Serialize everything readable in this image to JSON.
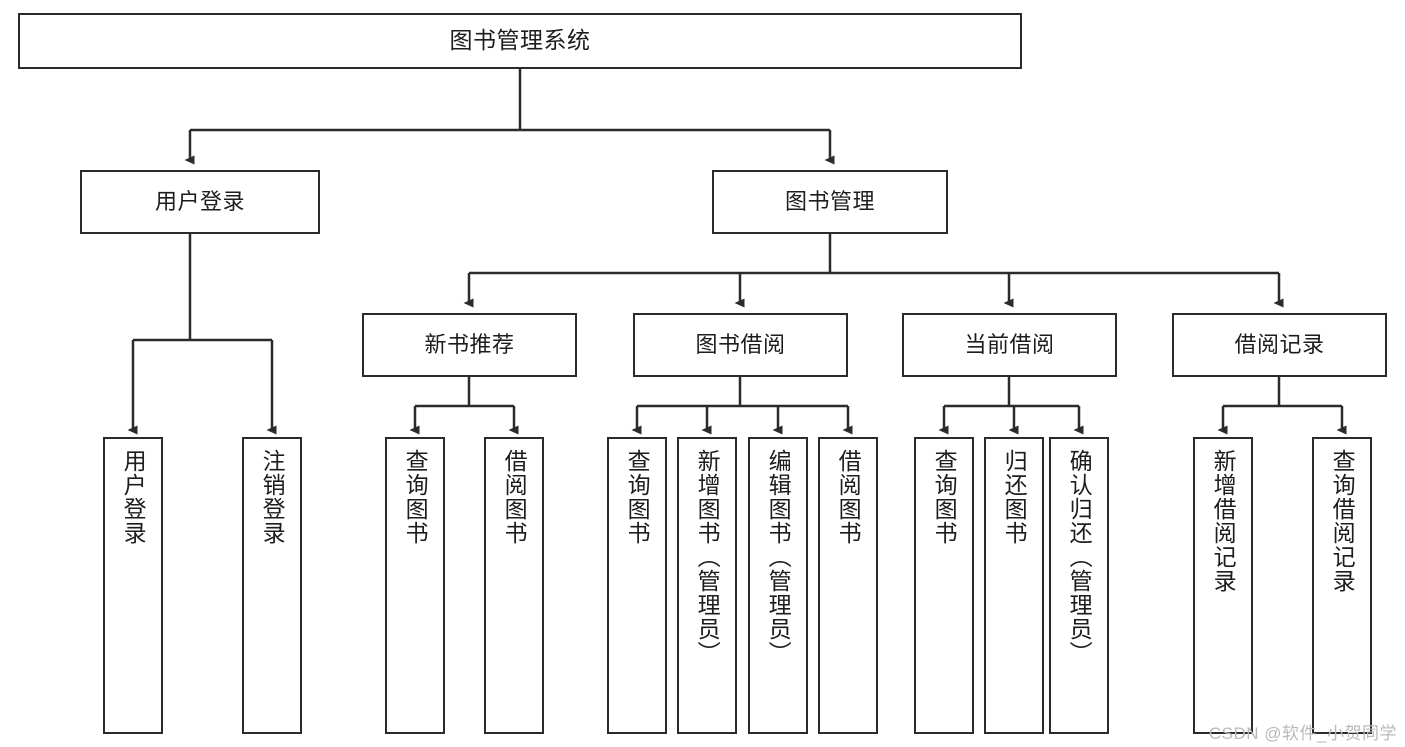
{
  "diagram": {
    "type": "hierarchy-tree",
    "title": "图书管理系统",
    "colors": {
      "box_border": "#2b2b2b",
      "box_fill": "#ffffff",
      "line": "#2b2b2b",
      "text": "#1d1d1d",
      "watermark": "#b9b9b9",
      "background": "#ffffff"
    },
    "root": {
      "label": "图书管理系统"
    },
    "level2": [
      {
        "label": "用户登录"
      },
      {
        "label": "图书管理"
      }
    ],
    "level3": [
      {
        "label": "新书推荐"
      },
      {
        "label": "图书借阅"
      },
      {
        "label": "当前借阅"
      },
      {
        "label": "借阅记录"
      }
    ],
    "leaves": {
      "user_login": [
        {
          "label": "用户登录"
        },
        {
          "label": "注销登录"
        }
      ],
      "new_books": [
        {
          "label": "查询图书"
        },
        {
          "label": "借阅图书"
        }
      ],
      "book_borrow": [
        {
          "label": "查询图书"
        },
        {
          "label": "新增图书（管理员）"
        },
        {
          "label": "编辑图书（管理员）"
        },
        {
          "label": "借阅图书"
        }
      ],
      "current_borrow": [
        {
          "label": "查询图书"
        },
        {
          "label": "归还图书"
        },
        {
          "label": "确认归还（管理员）"
        }
      ],
      "borrow_records": [
        {
          "label": "新增借阅记录"
        },
        {
          "label": "查询借阅记录"
        }
      ]
    }
  },
  "watermark": {
    "text": "CSDN @软件_小贺同学"
  }
}
